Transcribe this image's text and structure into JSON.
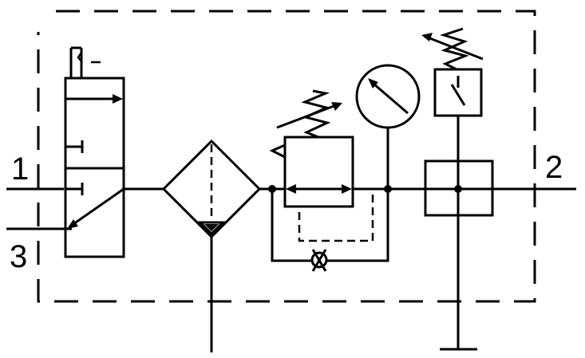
{
  "ports": {
    "inlet": "1",
    "outlet": "2",
    "exhaust": "3"
  },
  "colors": {
    "line": "#000000",
    "background": "#ffffff"
  }
}
